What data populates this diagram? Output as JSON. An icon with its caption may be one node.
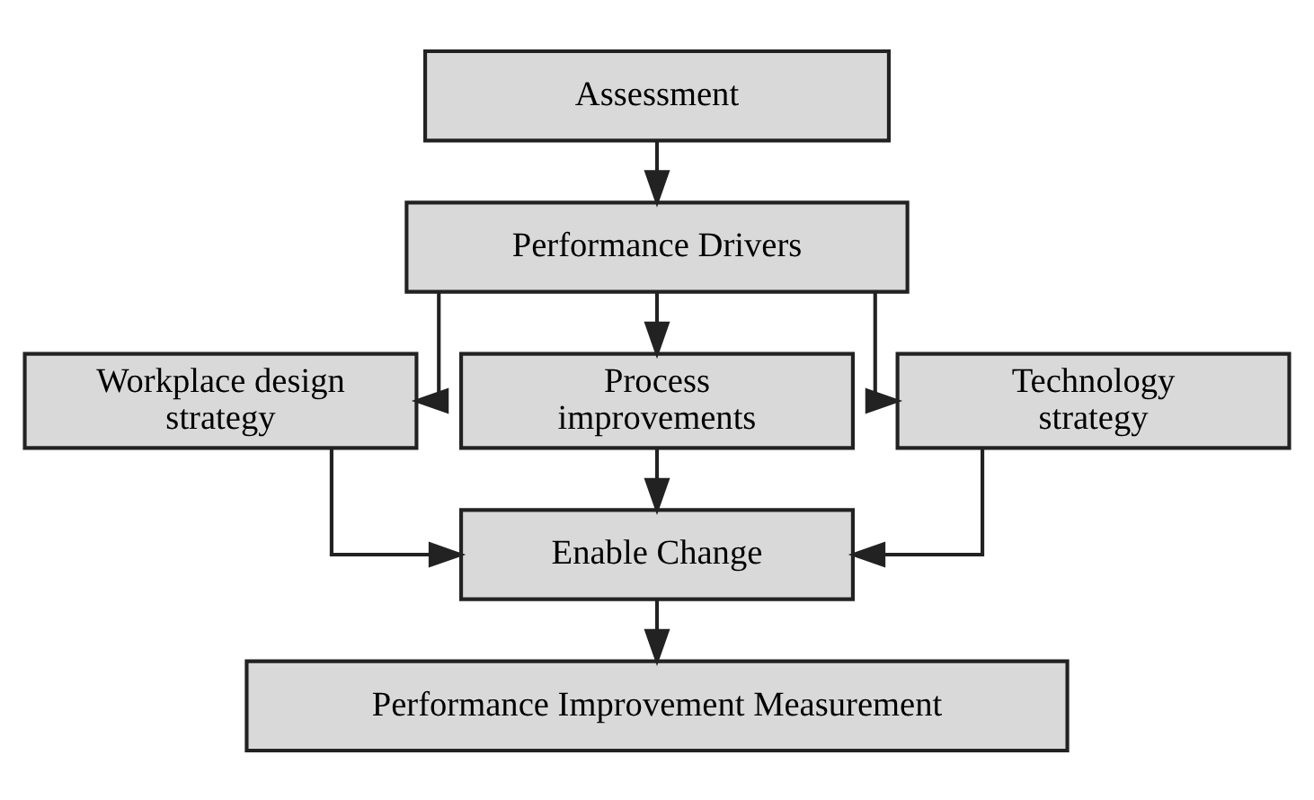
{
  "diagram": {
    "nodes": [
      {
        "text": [
          "Assessment"
        ]
      },
      {
        "text": [
          "Performance Drivers"
        ]
      },
      {
        "text": [
          "Workplace design strategy"
        ]
      },
      {
        "text": [
          "Process improvements"
        ]
      },
      {
        "text": [
          "Technology strategy"
        ]
      },
      {
        "text": [
          "Enable Change"
        ]
      },
      {
        "text": [
          "Performance Improvement Measurement"
        ]
      }
    ],
    "edges": [
      {
        "from": 0,
        "to": 1,
        "arrow": "to"
      },
      {
        "from": 1,
        "to": 2,
        "arrow": "to"
      },
      {
        "from": 1,
        "to": 3,
        "arrow": "to"
      },
      {
        "from": 1,
        "to": 4,
        "arrow": "to"
      },
      {
        "from": 2,
        "to": 5,
        "arrow": "to"
      },
      {
        "from": 3,
        "to": 5,
        "arrow": "to"
      },
      {
        "from": 4,
        "to": 5,
        "arrow": "to"
      },
      {
        "from": 5,
        "to": 6,
        "arrow": "to"
      }
    ]
  }
}
